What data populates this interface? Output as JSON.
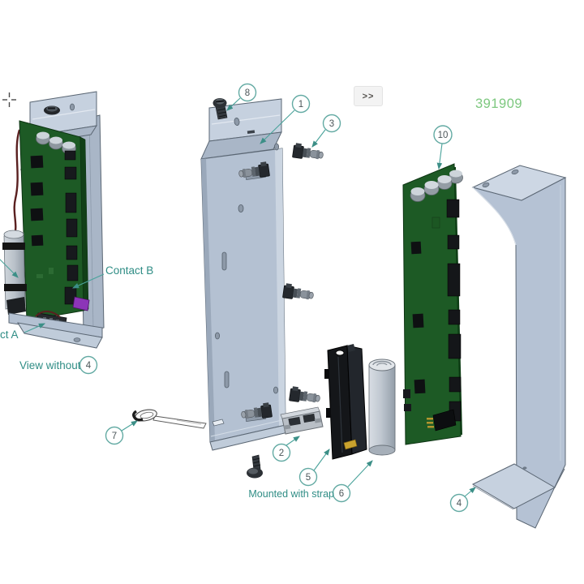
{
  "meta": {
    "part_number": "391909"
  },
  "toolbar": {
    "expand_label": ">>"
  },
  "annotations": {
    "contact_b": "Contact B",
    "contact_a_partial": "ct A",
    "view_without": "View without",
    "mounted_with_strap": "Mounted with strap"
  },
  "balloons": {
    "item1": "1",
    "item2": "2",
    "item3": "3",
    "item4": "4",
    "item4_view": "4",
    "item5": "5",
    "item6": "6",
    "item7": "7",
    "item8": "8",
    "item10": "10"
  },
  "icons": {
    "cursor": "crosshair-icon",
    "expand": "double-chevron-right-icon"
  },
  "colors": {
    "annotation_teal": "#2f8d85",
    "balloon_stroke": "#63aaa3",
    "part_number_green": "#7dc87f",
    "pcb_green": "#1d5a25",
    "metal_blue_gray": "#b4c1d2",
    "component_black": "#15171a",
    "purple_part": "#8c35b8"
  }
}
